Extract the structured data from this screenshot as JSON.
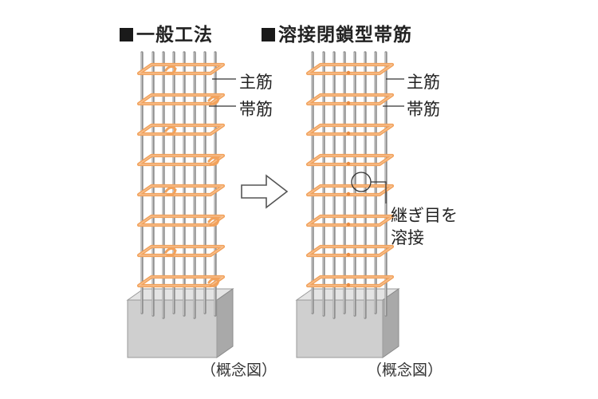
{
  "titles": {
    "left": "一般工法",
    "right": "溶接閉鎖型帯筋"
  },
  "labels": {
    "left_main_rebar": "主筋",
    "left_hoop": "帯筋",
    "right_main_rebar": "主筋",
    "right_hoop": "帯筋",
    "weld_line1": "継ぎ目を",
    "weld_line2": "溶接"
  },
  "captions": {
    "left": "（概念図）",
    "right": "（概念図）"
  },
  "icons": {
    "title_marker": "black-square-icon",
    "transition_arrow": "right-arrow-icon",
    "weld_callout": "circle-callout-icon"
  },
  "colors": {
    "hoop": "#f2a25c",
    "hoop_light": "#f7c394",
    "rebar": "#8e8e8e",
    "rebar_highlight": "#d9d9d9",
    "concrete_front": "#cfcfcf",
    "concrete_top": "#e4e4e4",
    "concrete_side": "#a9a9a9"
  },
  "diagram": {
    "hoop_count": 8
  }
}
